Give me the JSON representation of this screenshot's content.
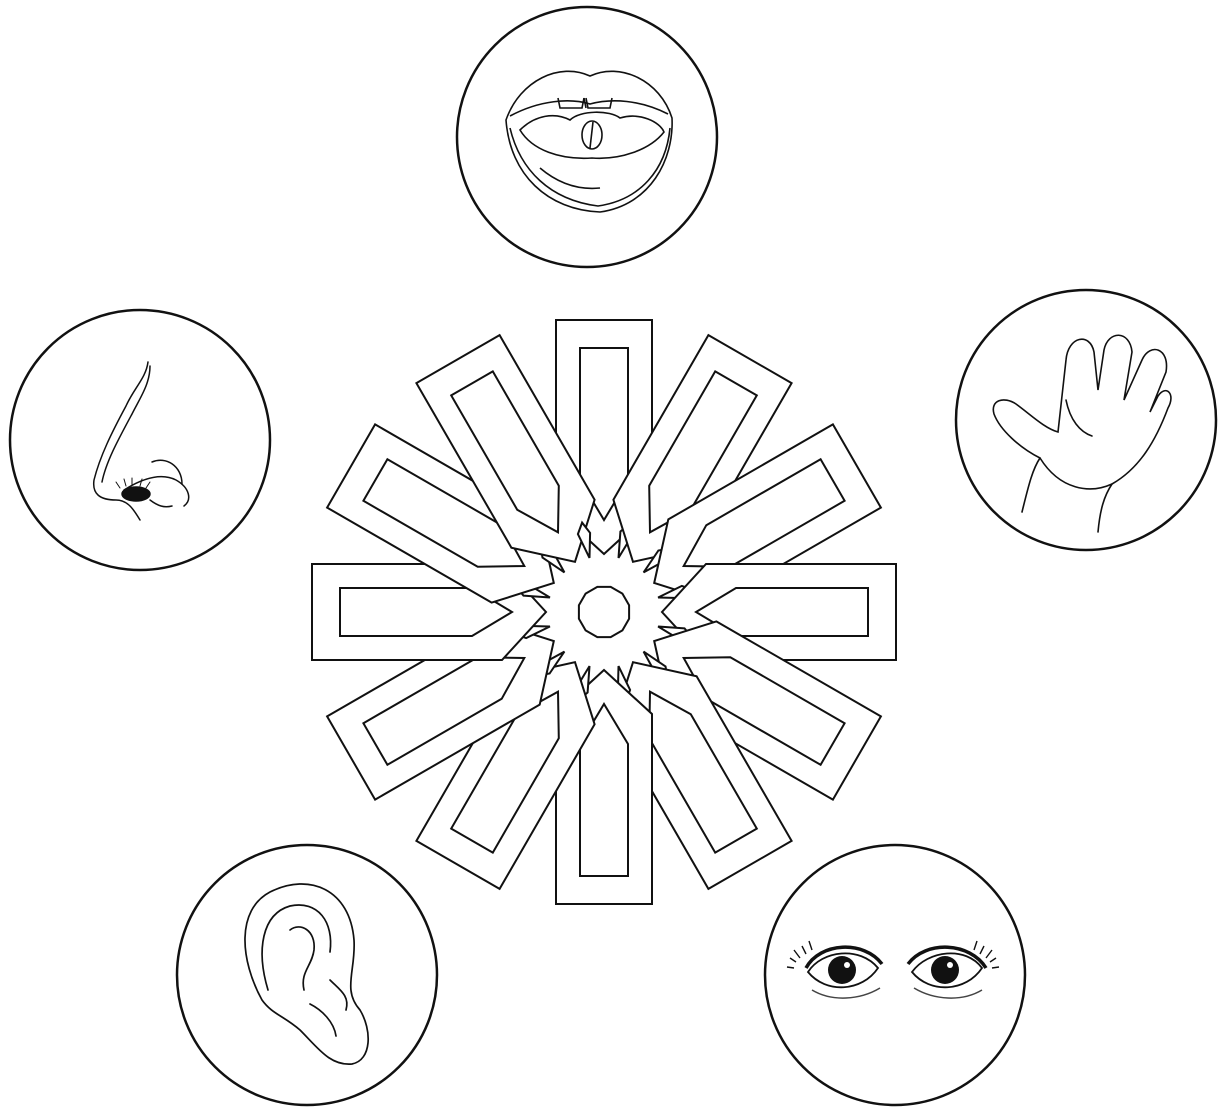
{
  "diagram": {
    "colors": {
      "line": "#111111",
      "background": "#ffffff"
    },
    "center": {
      "shape": "twelve-point-star-rosette-icon"
    },
    "senses": [
      {
        "id": "taste",
        "icon": "mouth-icon"
      },
      {
        "id": "touch",
        "icon": "hand-icon"
      },
      {
        "id": "sight",
        "icon": "eyes-icon"
      },
      {
        "id": "hearing",
        "icon": "ear-icon"
      },
      {
        "id": "smell",
        "icon": "nose-icon"
      }
    ]
  }
}
